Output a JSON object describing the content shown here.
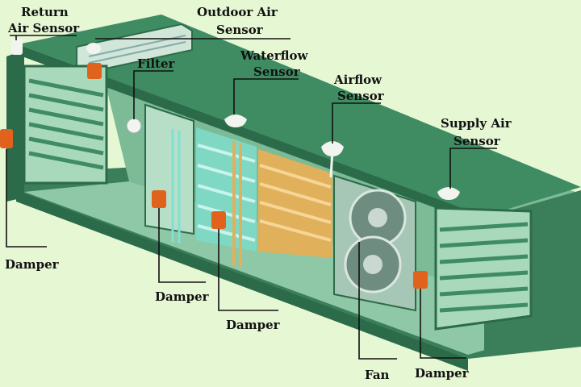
{
  "labels": {
    "return_air_sensor": [
      "Return",
      "Air Sensor"
    ],
    "outdoor_air_sensor": [
      "Outdoor Air",
      "Sensor"
    ],
    "filter": "Filter",
    "waterflow_sensor": [
      "Waterflow",
      "Sensor"
    ],
    "airflow_sensor": [
      "Airflow",
      "Sensor"
    ],
    "supply_air_sensor": [
      "Supply Air",
      "Sensor"
    ],
    "damper_left": "Damper",
    "damper_filter": "Damper",
    "damper_coil": "Damper",
    "damper_right": "Damper",
    "fan": "Fan"
  },
  "colors": {
    "background": "#e6f7d4",
    "housing": "#3f8c63",
    "housing_dark": "#2c6b49",
    "housing_light": "#5aa57d",
    "inner": "#9fd3b3",
    "coil_cold": "#7fd8c4",
    "coil_hot": "#e0b15a",
    "damper_orange": "#e0621c",
    "sensor_white": "#f2f4ef"
  }
}
